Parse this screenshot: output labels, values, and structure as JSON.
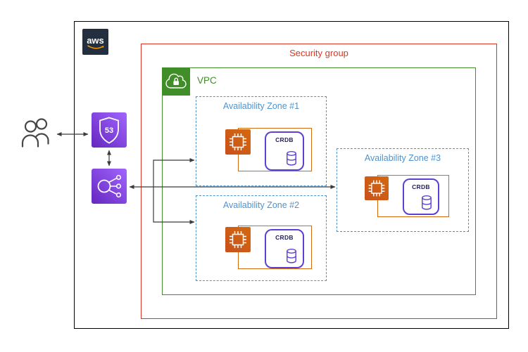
{
  "aws_cloud": {
    "logo_text": "aws"
  },
  "security_group": {
    "label": "Security group"
  },
  "vpc": {
    "label": "VPC",
    "icon": "vpc-cloud-lock-icon"
  },
  "availability_zones": [
    {
      "label": "Availability Zone #1"
    },
    {
      "label": "Availability Zone #2"
    },
    {
      "label": "Availability Zone #3"
    }
  ],
  "nodes": {
    "users": {
      "icon": "users-icon"
    },
    "route53": {
      "icon": "route53-shield-icon",
      "shield_text": "53"
    },
    "load_balancer": {
      "icon": "elastic-load-balancing-icon"
    },
    "ec2": {
      "icon": "ec2-chip-icon"
    },
    "crdb": {
      "label": "CRDB",
      "icon": "database-cylinder-icon"
    }
  },
  "connections": [
    {
      "from": "users",
      "to": "route53",
      "bidirectional": true
    },
    {
      "from": "route53",
      "to": "load-balancer",
      "bidirectional": true
    },
    {
      "from": "load-balancer",
      "to": "availability-zone-1",
      "bidirectional": false
    },
    {
      "from": "load-balancer",
      "to": "availability-zone-2",
      "bidirectional": false
    },
    {
      "from": "load-balancer",
      "to": "availability-zone-3",
      "bidirectional": true
    }
  ],
  "colors": {
    "security-red": "#dd3522",
    "vpc-green": "#3f8e28",
    "az-blue": "#4f93ce",
    "ec2-orange": "#d4690f",
    "crdb-purple": "#5d3fd3",
    "crdb-text": "#24205a",
    "networking-purple-dark": "#6527be",
    "networking-purple-light": "#a166ff",
    "aws-navy": "#232f3e",
    "aws-orange": "#ff9900",
    "arrow-gray": "#3b3b3b"
  }
}
